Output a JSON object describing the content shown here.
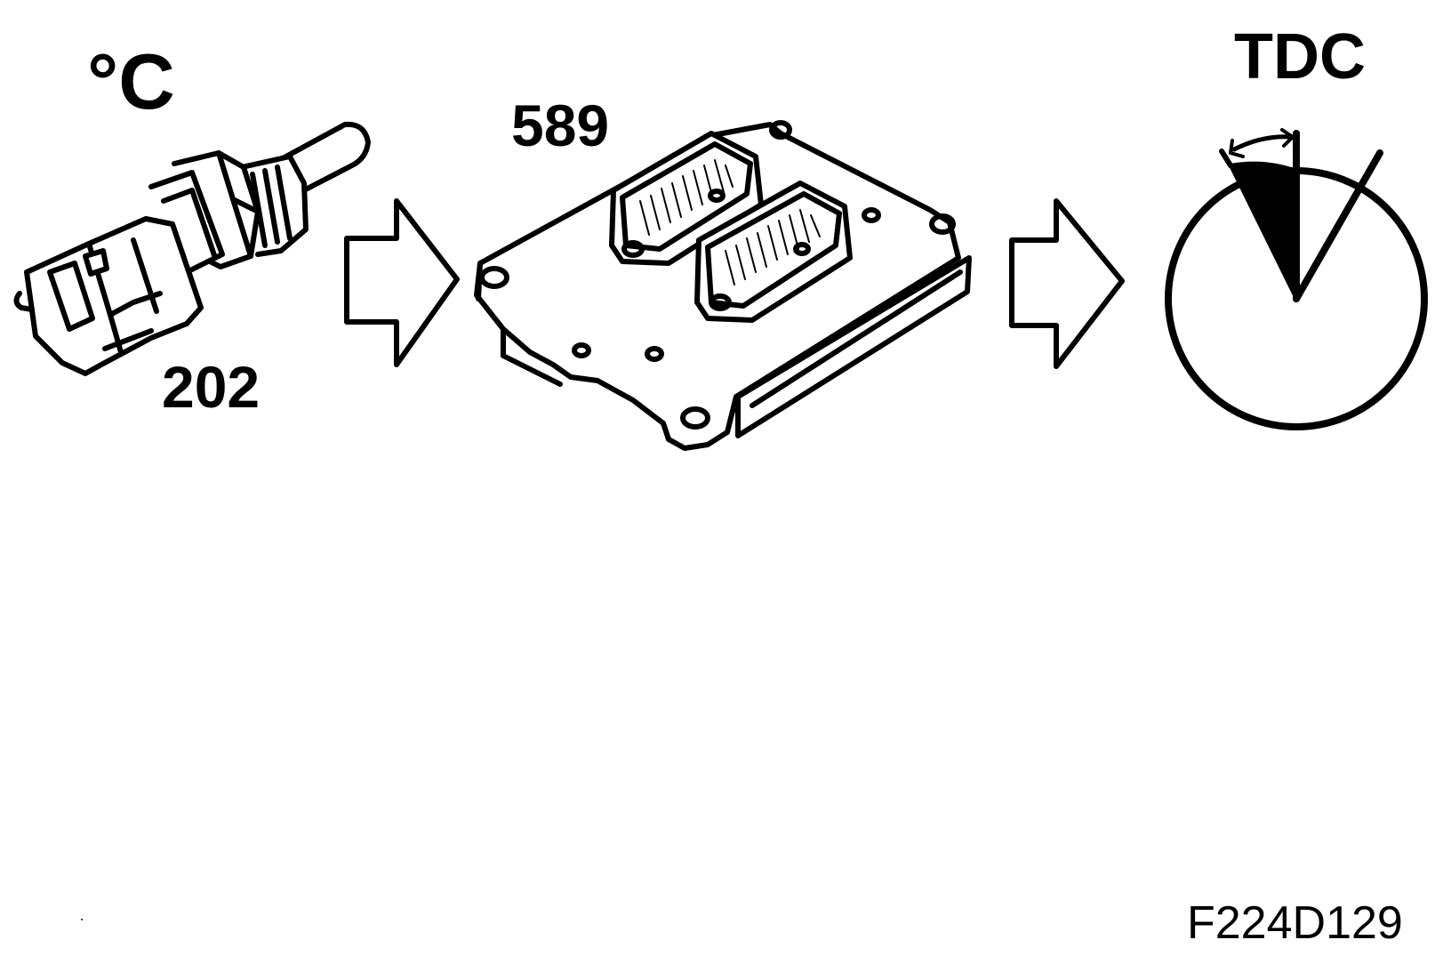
{
  "labels": {
    "temperature_unit": "°C",
    "sensor_ref": "202",
    "ecu_ref": "589",
    "tdc": "TDC",
    "figure_code": "F224D129"
  },
  "icons": [
    "temperature-sensor-icon",
    "arrow-right-icon",
    "ecu-control-unit-icon",
    "arrow-right-icon",
    "tdc-angle-dial-icon"
  ],
  "colors": {
    "ink": "#000000",
    "background": "#ffffff"
  }
}
